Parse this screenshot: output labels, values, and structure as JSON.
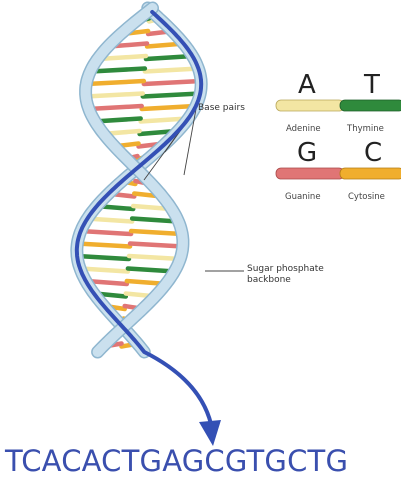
{
  "legend": {
    "pairs": [
      {
        "left": {
          "letter": "A",
          "name": "Adenine",
          "color": "#f3e6a3"
        },
        "right": {
          "letter": "T",
          "name": "Thymine",
          "color": "#2f8a3c"
        }
      },
      {
        "left": {
          "letter": "G",
          "name": "Guanine",
          "color": "#e07575"
        },
        "right": {
          "letter": "C",
          "name": "Cytosine",
          "color": "#f0ae2e"
        }
      }
    ]
  },
  "annotations": {
    "base_pairs": "Base pairs",
    "backbone_line1": "Sugar phosphate",
    "backbone_line2": "backbone"
  },
  "sequence": "TCACACTGAGCGTGCTG",
  "colors": {
    "helix_fill": "#cfe4f1",
    "helix_edge": "#8fb6cf",
    "read_arrow": "#3450b5",
    "sequence_text": "#3a4fae"
  }
}
